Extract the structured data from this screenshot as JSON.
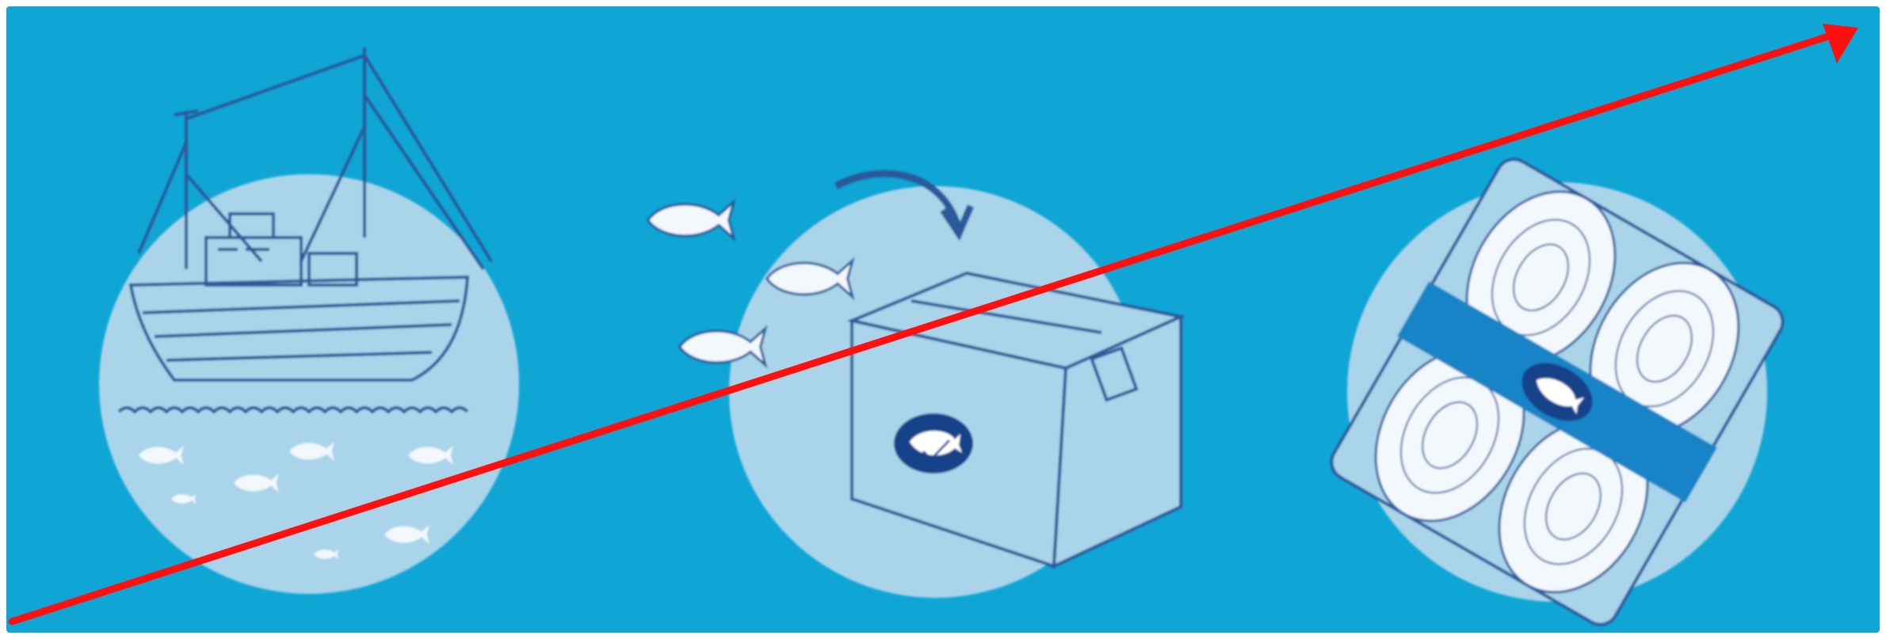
{
  "diagram": {
    "description_stages": [
      {
        "id": "catch",
        "icon": "fishing-boat-icon"
      },
      {
        "id": "packing",
        "icon": "shipping-box-icon"
      },
      {
        "id": "product",
        "icon": "packaged-fish-fillets-icon"
      }
    ],
    "ecolabel_icon": "blue-fish-checkmark-label-icon",
    "arrow_icon": "progress-arrow-icon"
  },
  "colors": {
    "background": "#0fa6d6",
    "circle_fill": "#a9d4ea",
    "line_art": "#2a5a9a",
    "fish_fill": "#f2f8fc",
    "label_blue": "#18438a",
    "band_blue": "#1784c6",
    "red_arrow": "#ff1010"
  }
}
